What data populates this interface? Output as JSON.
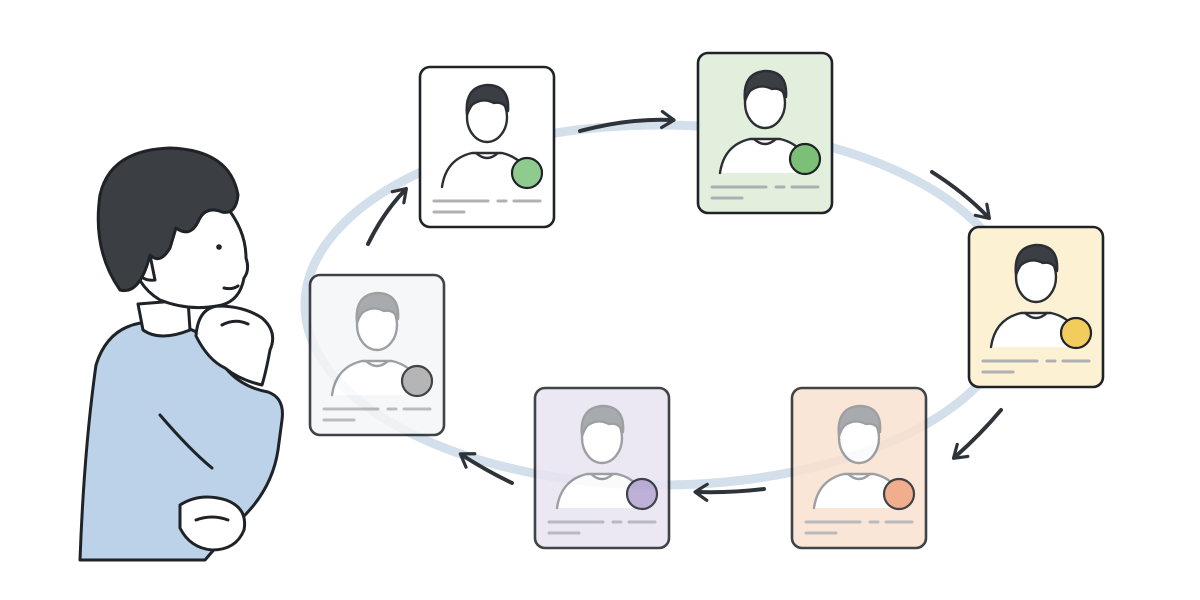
{
  "scene": {
    "background": "#ffffff",
    "ring_color": "#d3dfea",
    "ink": "#1f2328",
    "hair": "#3b3f44",
    "shirt": "#bcd2e8"
  },
  "thinker": {
    "pose": "thinking-hand-on-chin",
    "icon": "thinking-person-icon"
  },
  "cycle": {
    "direction": "clockwise",
    "arrow_icon": "cycle-arrow-icon",
    "cards": [
      {
        "id": "profile-card-1",
        "icon": "person-silhouette-icon",
        "status_icon": "status-dot-icon",
        "bg": "#ffffff",
        "dot": "#8fcb8f",
        "faded": false
      },
      {
        "id": "profile-card-2",
        "icon": "person-silhouette-icon",
        "status_icon": "status-dot-icon",
        "bg": "#e2efdd",
        "dot": "#7cbf77",
        "faded": false
      },
      {
        "id": "profile-card-3",
        "icon": "person-silhouette-icon",
        "status_icon": "status-dot-icon",
        "bg": "#fcf1d3",
        "dot": "#f2cd5d",
        "faded": false
      },
      {
        "id": "profile-card-4",
        "icon": "person-silhouette-icon",
        "status_icon": "status-dot-icon",
        "bg": "#fae2cf",
        "dot": "#eea07c",
        "faded": true
      },
      {
        "id": "profile-card-5",
        "icon": "person-silhouette-icon",
        "status_icon": "status-dot-icon",
        "bg": "#e9e4f2",
        "dot": "#b4a3d1",
        "faded": true
      },
      {
        "id": "profile-card-6",
        "icon": "person-silhouette-icon",
        "status_icon": "status-dot-icon",
        "bg": "#f5f6f7",
        "dot": "#a9a9a9",
        "faded": true
      }
    ]
  }
}
